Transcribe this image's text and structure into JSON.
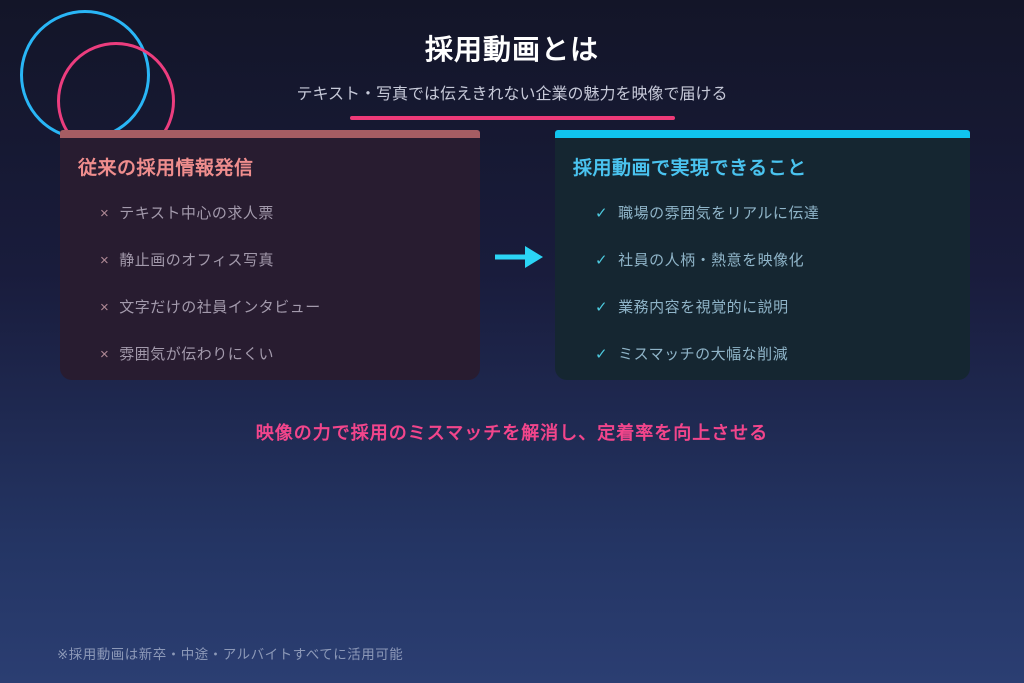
{
  "header": {
    "title": "採用動画とは",
    "subtitle": "テキスト・写真では伝えきれない企業の魅力を映像で届ける"
  },
  "cards": {
    "before": {
      "title": "従来の採用情報発信",
      "marker": "×",
      "items": [
        "テキスト中心の求人票",
        "静止画のオフィス写真",
        "文字だけの社員インタビュー",
        "雰囲気が伝わりにくい"
      ]
    },
    "after": {
      "title": "採用動画で実現できること",
      "marker": "✓",
      "items": [
        "職場の雰囲気をリアルに伝達",
        "社員の人柄・熱意を映像化",
        "業務内容を視覚的に説明",
        "ミスマッチの大幅な削減"
      ]
    }
  },
  "message": "映像の力で採用のミスマッチを解消し、定着率を向上させる",
  "footnote": "※採用動画は新卒・中途・アルバイトすべてに活用可能",
  "colors": {
    "background_top": "#131528",
    "background_bottom": "#2b3e72",
    "accent_pink": "#ee3a78",
    "accent_cyan": "#10c4ee",
    "circle_blue": "#29b6f6",
    "circle_pink": "#ec3d7e",
    "card_before_bar": "#a55d63",
    "card_before_bg": "#281c30",
    "card_before_title": "#ef8d8d",
    "card_after_bg": "#152631",
    "card_after_title": "#4ac3ef",
    "message_pink": "#f2458b"
  }
}
